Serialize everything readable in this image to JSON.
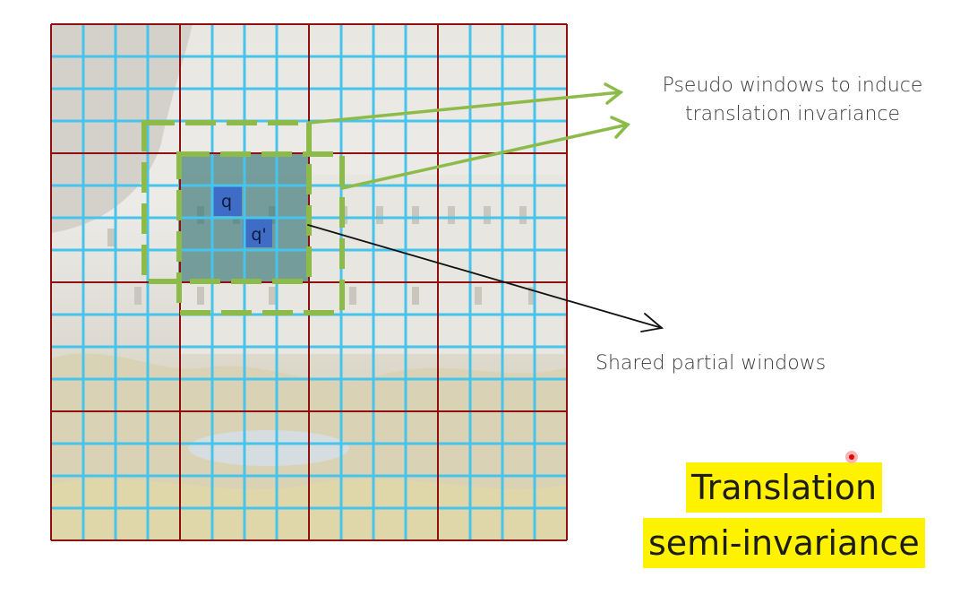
{
  "diagram": {
    "token_labels": {
      "q": "q",
      "q_prime": "q'"
    },
    "colors": {
      "background_image": "#c9c5bc",
      "token_grid": "#47c4ec",
      "window_grid": "#8e1010",
      "pseudo_window": "#8dbb4a",
      "shared_region": "#2b6e70",
      "token_q": "#3f6cc6",
      "token_q_prime": "#3f6cc6",
      "arrow_black": "#111111",
      "highlight": "#fff200"
    },
    "windows_per_side": 4,
    "tokens_per_side": 16
  },
  "callouts": {
    "pseudo_windows": {
      "line1": "Pseudo windows to induce",
      "line2": "translation invariance"
    },
    "shared_partial": "Shared partial windows"
  },
  "highlight": {
    "line1": "Translation",
    "line2": "semi-invariance"
  }
}
